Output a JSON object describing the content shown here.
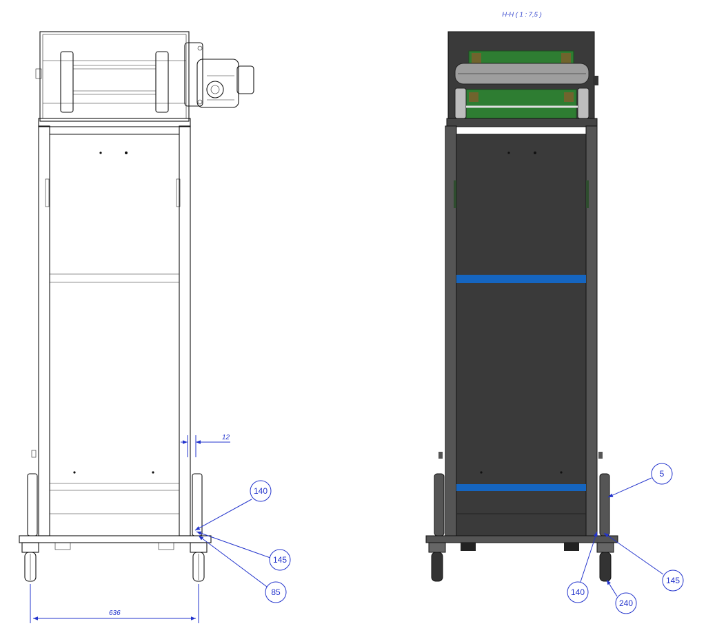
{
  "section_label": "H-H ( 1 : 7,5 )",
  "colors": {
    "annotation": "#2233cc",
    "body_shaded": "#3a3a3a",
    "belt_green": "#2e7d32",
    "blue_stripe": "#1565c0"
  },
  "left_view": {
    "dimensions": {
      "width": "636",
      "gap": "12"
    },
    "balloons": [
      "140",
      "145",
      "85"
    ]
  },
  "right_view": {
    "balloons": [
      "5",
      "140",
      "145",
      "240"
    ]
  }
}
